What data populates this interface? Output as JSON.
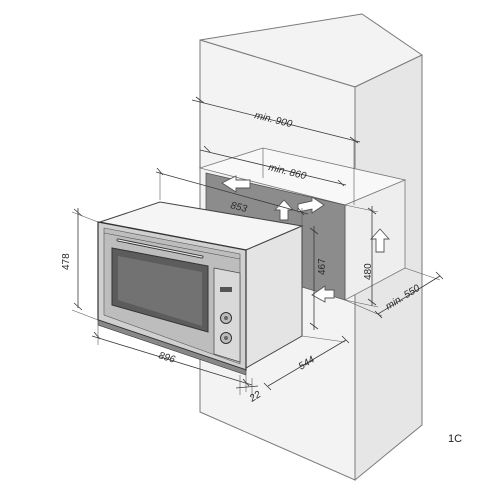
{
  "dimensions": {
    "cabinet_width_min": "min. 900",
    "niche_width_min": "min. 860",
    "niche_depth_min": "min. 550",
    "oven_width_top": "853",
    "oven_height_left": "478",
    "oven_width_bottom": "896",
    "oven_depth": "544",
    "front_panel_depth": "22",
    "body_height": "467",
    "niche_height": "480"
  },
  "page_label": "1C",
  "icons": [
    "ventilation-arrow-icon"
  ]
}
